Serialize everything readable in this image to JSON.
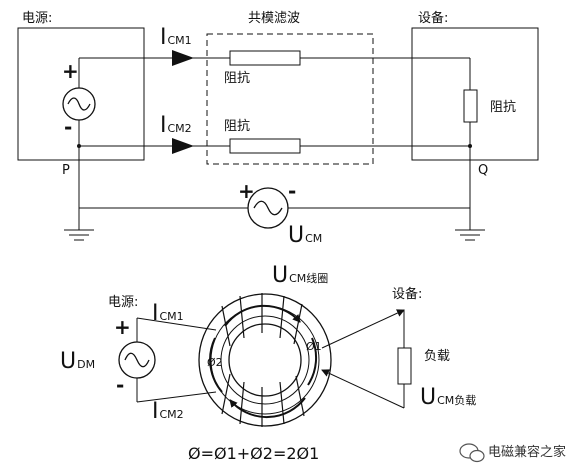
{
  "top": {
    "source_label": "电源:",
    "filter_label": "共模滤波",
    "device_label": "设备:",
    "current_1": {
      "main": "I",
      "sub": "CM1"
    },
    "current_2": {
      "main": "I",
      "sub": "CM2"
    },
    "impedance_1": "阻抗",
    "impedance_2": "阻抗",
    "impedance_device": "阻抗",
    "plus": "+",
    "minus": "-",
    "node_p": "P",
    "node_q": "Q",
    "ucm": {
      "main": "U",
      "sub": "CM"
    },
    "ucm_plus": "+",
    "ucm_minus": "-"
  },
  "bottom": {
    "source_label": "电源:",
    "device_label": "设备:",
    "udm": {
      "main": "U",
      "sub": "DM"
    },
    "plus": "+",
    "minus": "-",
    "current_1": {
      "main": "I",
      "sub": "CM1"
    },
    "current_2": {
      "main": "I",
      "sub": "CM2"
    },
    "coil_voltage": {
      "main": "U",
      "sub": "CM线圈"
    },
    "load_voltage": {
      "main": "U",
      "sub": "CM负载"
    },
    "load_label": "负载",
    "phi1": "Ø1",
    "phi2": "Ø2",
    "equation": "Ø=Ø1+Ø2=2Ø1"
  },
  "watermark": "电磁兼容之家"
}
